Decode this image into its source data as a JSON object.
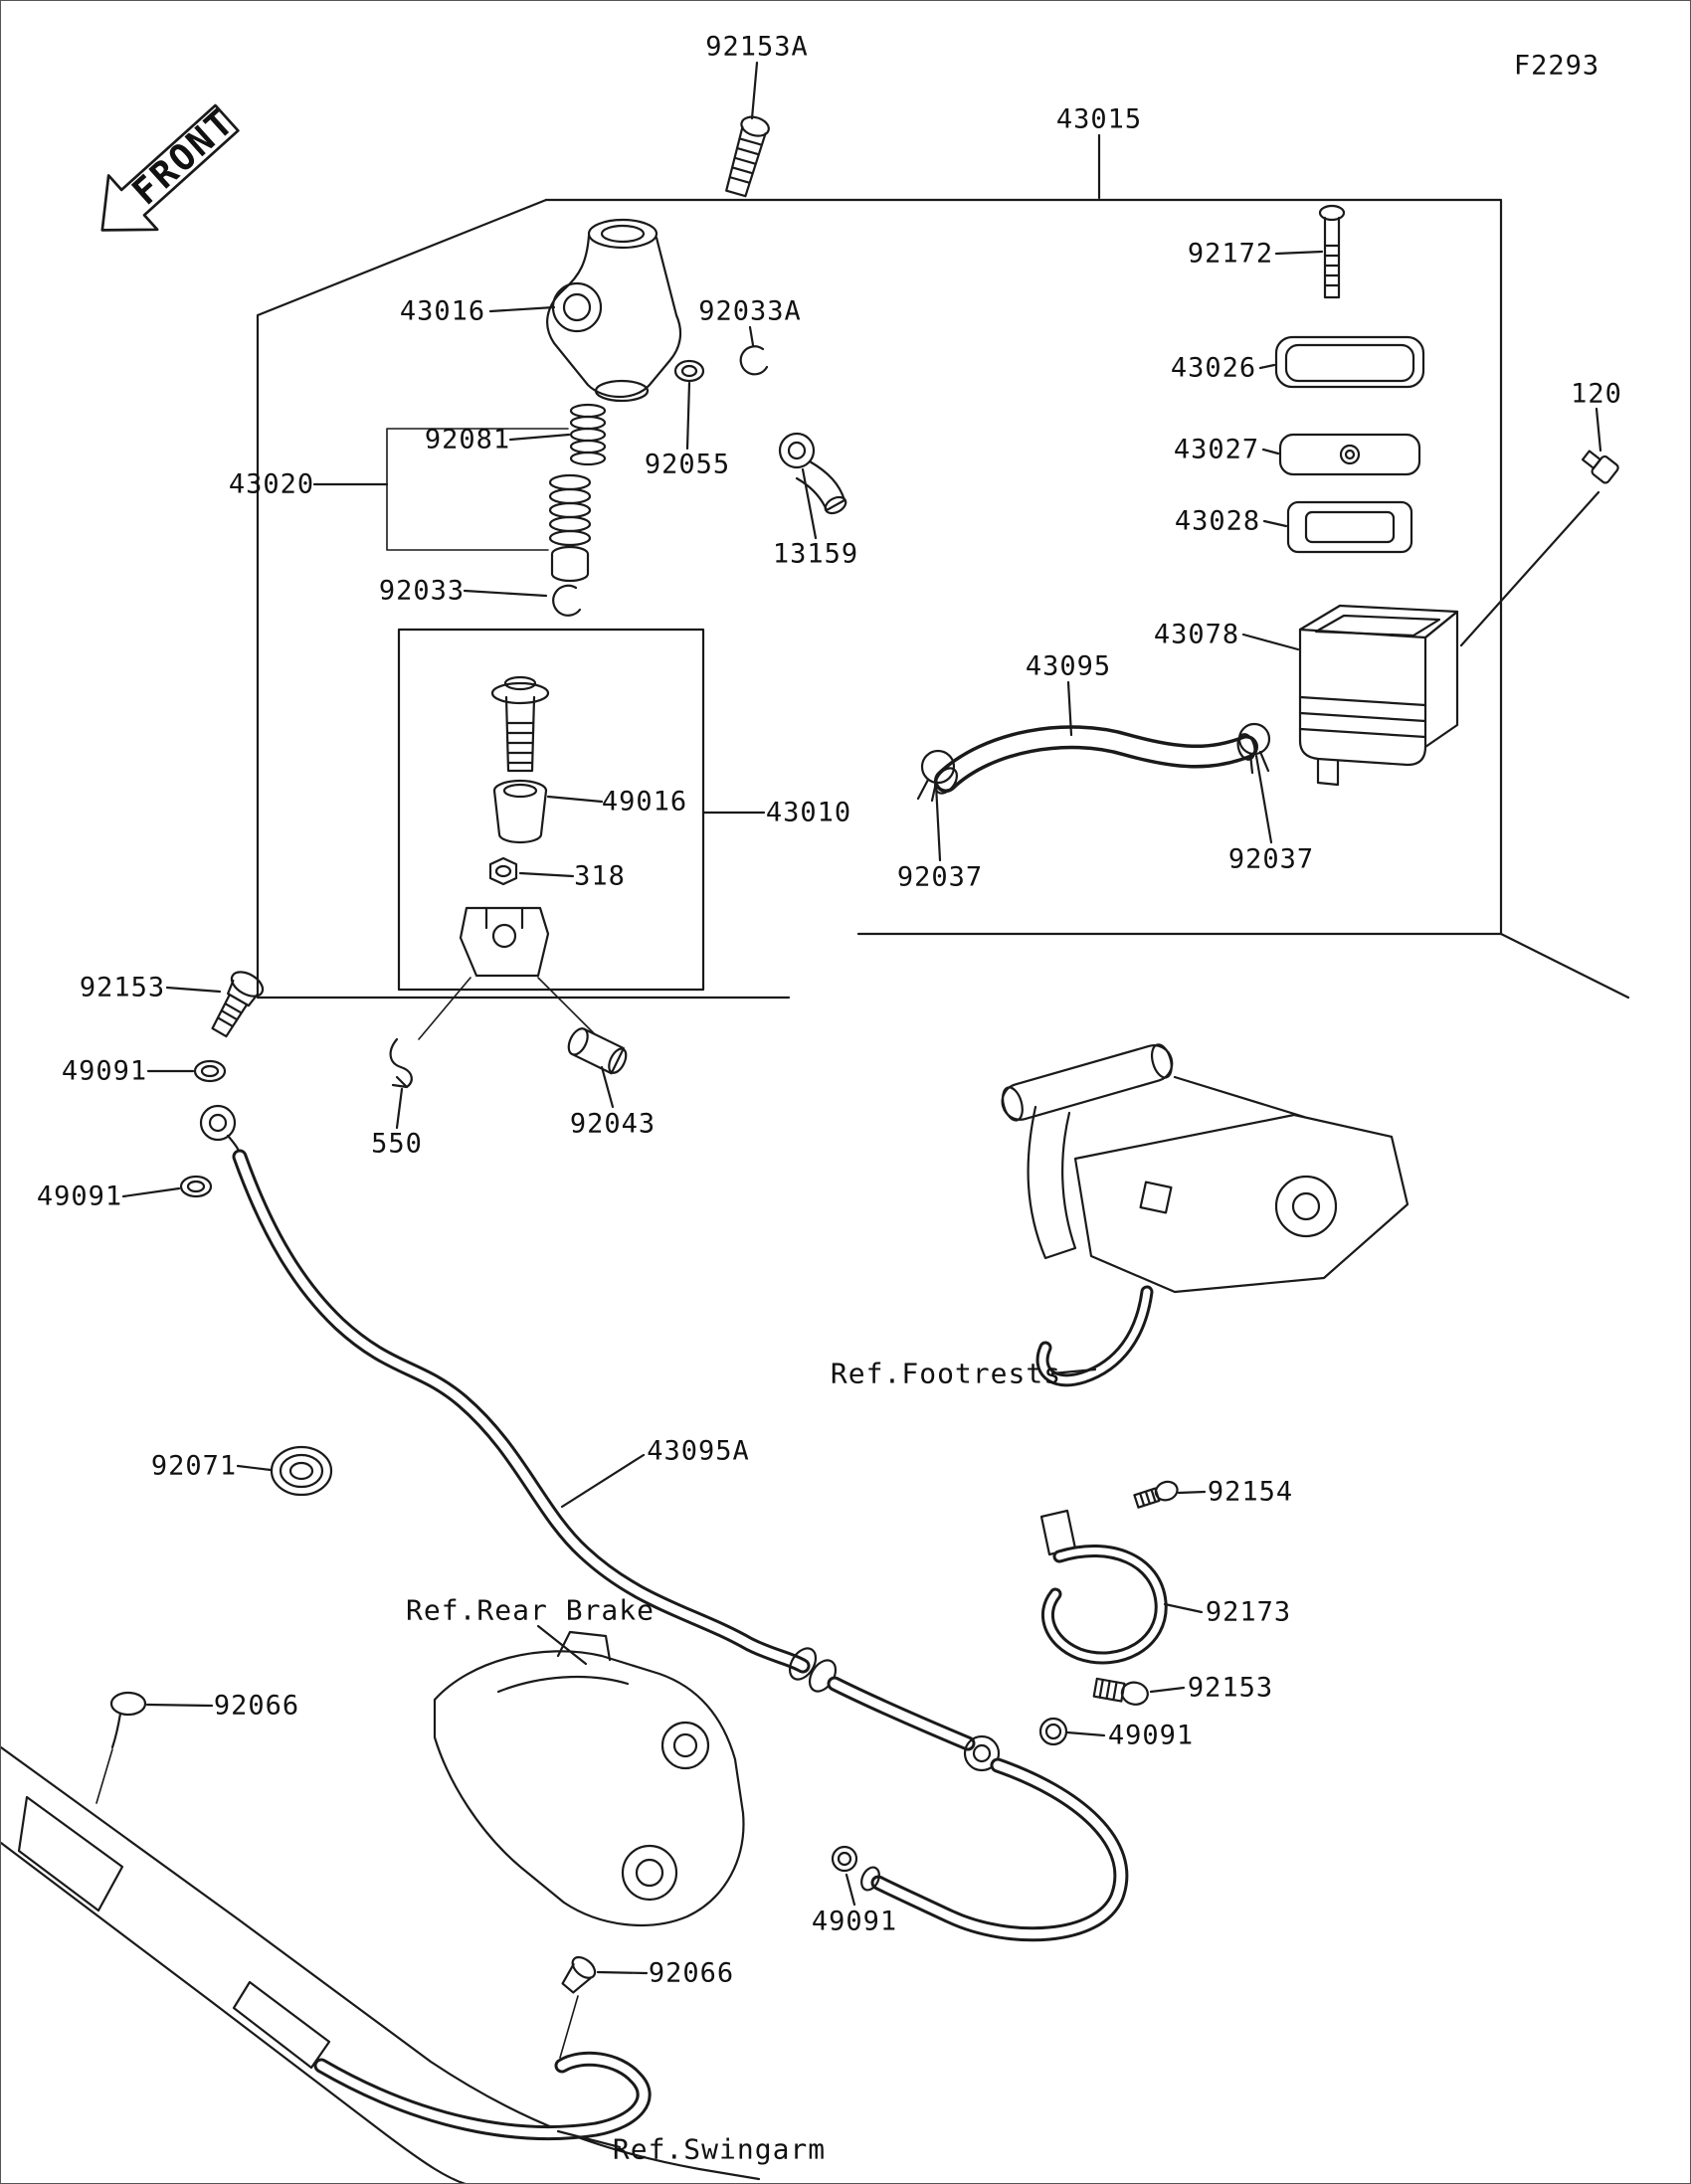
{
  "diagram": {
    "page_code": "F2293",
    "front_marker": "FRONT"
  },
  "colors": {
    "line": "#1a1a1a",
    "background": "#ffffff"
  },
  "callouts": [
    {
      "part": "92153A"
    },
    {
      "part": "43015"
    },
    {
      "part": "92172"
    },
    {
      "part": "43016"
    },
    {
      "part": "92033A"
    },
    {
      "part": "43026"
    },
    {
      "part": "43027"
    },
    {
      "part": "120"
    },
    {
      "part": "92081"
    },
    {
      "part": "43020"
    },
    {
      "part": "92055"
    },
    {
      "part": "43028"
    },
    {
      "part": "13159"
    },
    {
      "part": "92033"
    },
    {
      "part": "43078"
    },
    {
      "part": "43095"
    },
    {
      "part": "49016"
    },
    {
      "part": "43010"
    },
    {
      "part": "318"
    },
    {
      "part": "92037"
    },
    {
      "part": "92037"
    },
    {
      "part": "92153"
    },
    {
      "part": "49091"
    },
    {
      "part": "550"
    },
    {
      "part": "92043"
    },
    {
      "part": "49091"
    },
    {
      "part": "92071"
    },
    {
      "part": "43095A"
    },
    {
      "part": "92154"
    },
    {
      "part": "92173"
    },
    {
      "part": "92153"
    },
    {
      "part": "92066"
    },
    {
      "part": "49091"
    },
    {
      "part": "49091"
    },
    {
      "part": "92066"
    }
  ],
  "references": [
    {
      "label": "Ref.Footrests"
    },
    {
      "label": "Ref.Rear Brake"
    },
    {
      "label": "Ref.Swingarm"
    }
  ]
}
